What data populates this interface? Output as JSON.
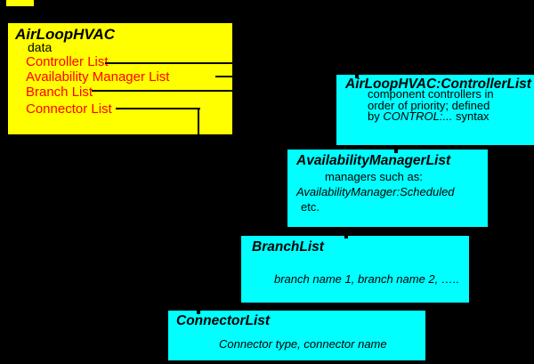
{
  "colors": {
    "bg": "#000000",
    "yellow": "#FFFF00",
    "cyan": "#00FFFF",
    "red": "#FF0000",
    "line": "#000000"
  },
  "airloop_box": {
    "title": "AirLoopHVAC",
    "data_label": "data",
    "items": [
      {
        "label": "Controller List"
      },
      {
        "label": "Availability Manager List"
      },
      {
        "label": "Branch List"
      },
      {
        "label": "Connector List"
      }
    ]
  },
  "controller_box": {
    "title": "AirLoopHVAC:ControllerList",
    "body_line1": "component controllers in",
    "body_line2": "order of priority; defined",
    "body_line3_pre": "by ",
    "body_line3_italic": "CONTROL:...",
    "body_line3_post": " syntax"
  },
  "availability_box": {
    "title": "AvailabilityManagerList",
    "body_line1": "managers such as:",
    "body_line2": "AvailabilityManager:Scheduled",
    "body_line3": "etc."
  },
  "branch_box": {
    "title": "BranchList",
    "body": "branch name 1, branch name 2, ….."
  },
  "connector_box": {
    "title": "ConnectorList",
    "body": "Connector type, connector name"
  }
}
